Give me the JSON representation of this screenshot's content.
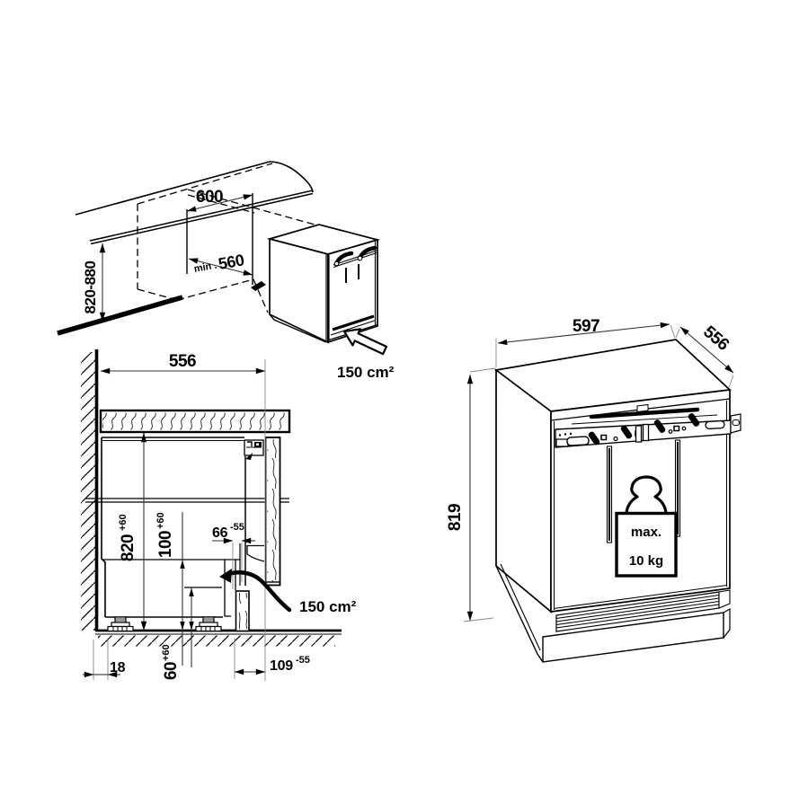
{
  "colors": {
    "ink": "#000000",
    "background": "#ffffff"
  },
  "niche_diagram": {
    "width": "600",
    "depth_prefix": "min .",
    "depth": "560",
    "height_range": "820-880",
    "vent_area": "150 cm²"
  },
  "section_diagram": {
    "niche_width": "556",
    "niche_height": "820",
    "niche_height_tol": "+60",
    "base_clearance": "100",
    "base_clearance_tol": "+60",
    "vent_gap": "60",
    "vent_gap_tol": "+60",
    "door_gap": "66",
    "door_gap_tol": "-55",
    "wall_distance": "18",
    "plinth_recess": "109",
    "plinth_recess_tol": "-55",
    "vent_area": "150 cm²"
  },
  "appliance_diagram": {
    "width": "597",
    "depth": "556",
    "height": "819",
    "door_load_line1": "max.",
    "door_load_line2": "10 kg"
  }
}
